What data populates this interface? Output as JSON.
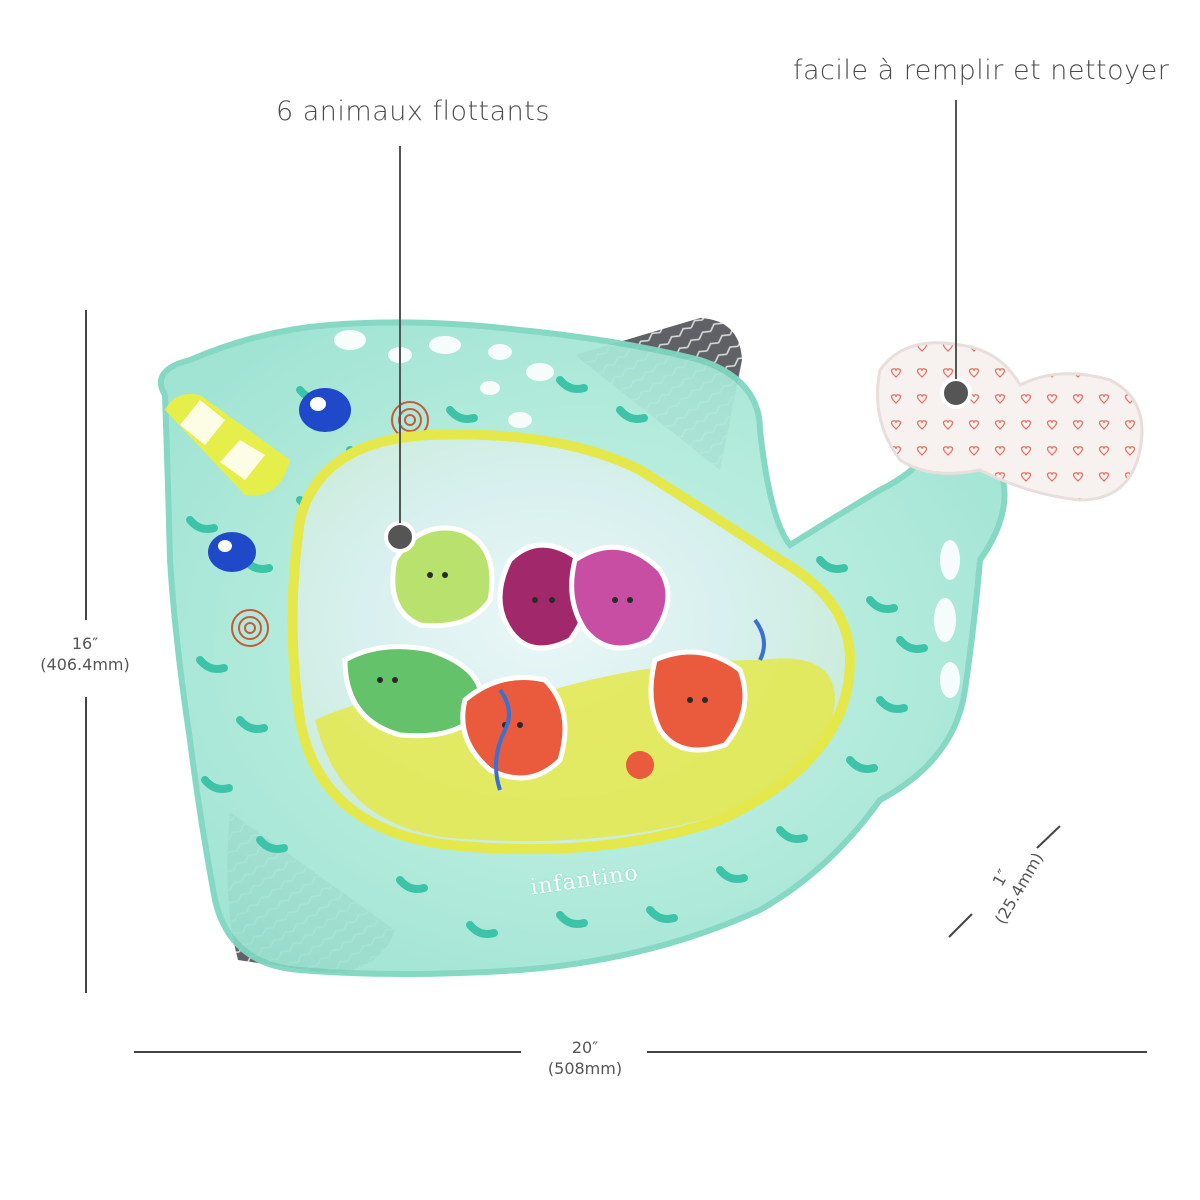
{
  "callouts": {
    "floating_animals": "6 animaux flottants",
    "easy_fill": "facile à remplir et nettoyer"
  },
  "dimensions": {
    "height_in": "16″",
    "height_mm": "(406.4mm)",
    "width_in": "20″",
    "width_mm": "(508mm)",
    "depth_in": "1″",
    "depth_mm": "(25.4mm)"
  },
  "brand": {
    "logo_text": "infantino"
  },
  "colors": {
    "mat_aqua": "#a9ead9",
    "mat_edge": "#7fd6c1",
    "pattern_teal": "#3cc3a8",
    "window_yellow": "#e4e84a",
    "line_gray": "#555555"
  }
}
